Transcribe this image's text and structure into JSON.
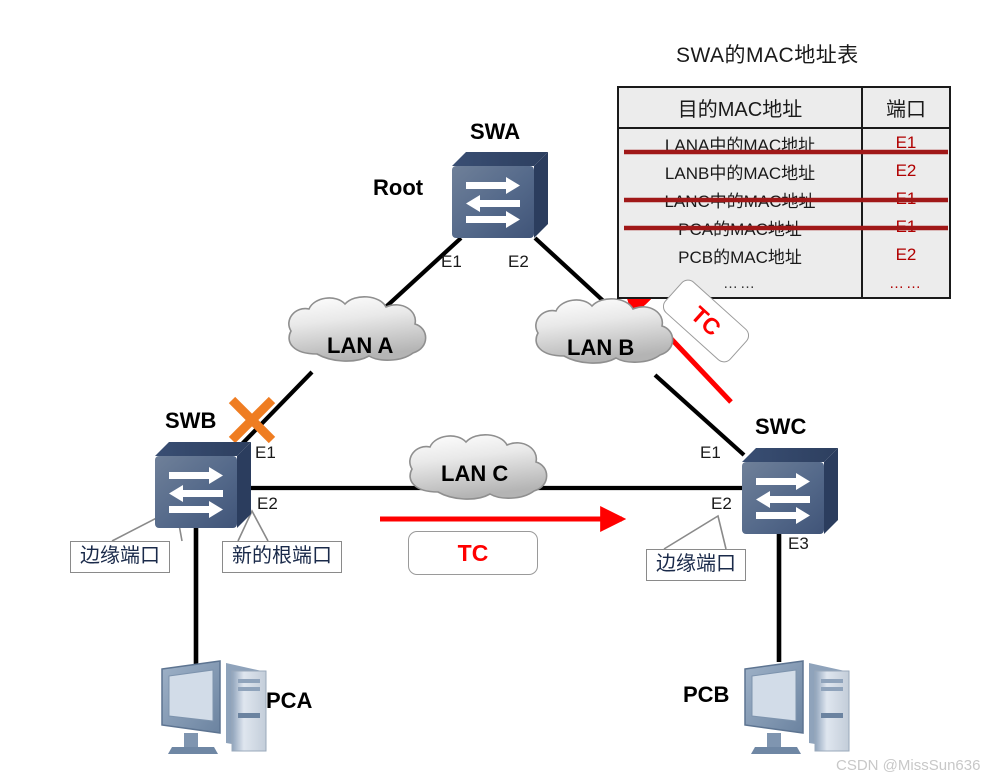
{
  "table": {
    "title": "SWA的MAC地址表",
    "headers": [
      "目的MAC地址",
      "端口"
    ],
    "rows": [
      {
        "mac": "LANA中的MAC地址",
        "port": "E1",
        "struck": true
      },
      {
        "mac": "LANB中的MAC地址",
        "port": "E2",
        "struck": false
      },
      {
        "mac": "LANC中的MAC地址",
        "port": "E1",
        "struck": true
      },
      {
        "mac": "PCA的MAC地址",
        "port": "E1",
        "struck": true
      },
      {
        "mac": "PCB的MAC地址",
        "port": "E2",
        "struck": false
      },
      {
        "mac": "……",
        "port": "……",
        "struck": false
      }
    ]
  },
  "devices": {
    "swa": "SWA",
    "swb": "SWB",
    "swc": "SWC",
    "root": "Root",
    "pca": "PCA",
    "pcb": "PCB"
  },
  "clouds": {
    "lan_a": "LAN A",
    "lan_b": "LAN B",
    "lan_c": "LAN C"
  },
  "ports": {
    "swa_e1": "E1",
    "swa_e2": "E2",
    "swb_e1": "E1",
    "swb_e2": "E2",
    "swc_e1": "E1",
    "swc_e2": "E2",
    "swc_e3": "E3"
  },
  "callouts": {
    "edge_port_left": "边缘端口",
    "new_root_port": "新的根端口",
    "edge_port_right": "边缘端口"
  },
  "flags": {
    "tc_diagonal": "TC",
    "tc_horizontal": "TC"
  },
  "watermark": "CSDN @MissSun636",
  "colors": {
    "link": "#000000",
    "tc_red": "#ff0000",
    "strike_red": "#a01818",
    "port_red": "#b00000",
    "block_x": "#ef7d22",
    "switch_body": "#4a6versus"
  }
}
